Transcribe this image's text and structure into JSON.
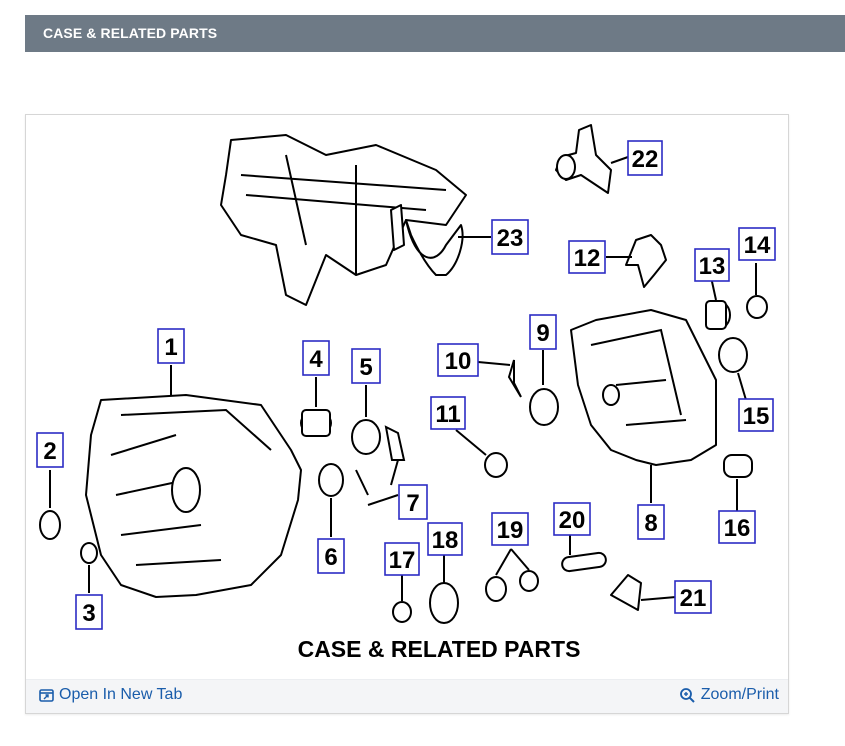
{
  "section": {
    "title": "CASE & RELATED PARTS"
  },
  "diagram": {
    "caption": "CASE & RELATED PARTS",
    "callouts": [
      "1",
      "2",
      "3",
      "4",
      "5",
      "6",
      "7",
      "8",
      "9",
      "10",
      "11",
      "12",
      "13",
      "14",
      "15",
      "16",
      "17",
      "18",
      "19",
      "20",
      "21",
      "22",
      "23"
    ]
  },
  "footer": {
    "open_label": "Open In New Tab",
    "zoom_label": "Zoom/Print",
    "open_icon": "open-in-new-tab-icon",
    "zoom_icon": "magnifier-icon"
  },
  "colors": {
    "header_bg": "#6e7a86",
    "link": "#1a5dab",
    "callout_border": "#2c2cc4"
  }
}
